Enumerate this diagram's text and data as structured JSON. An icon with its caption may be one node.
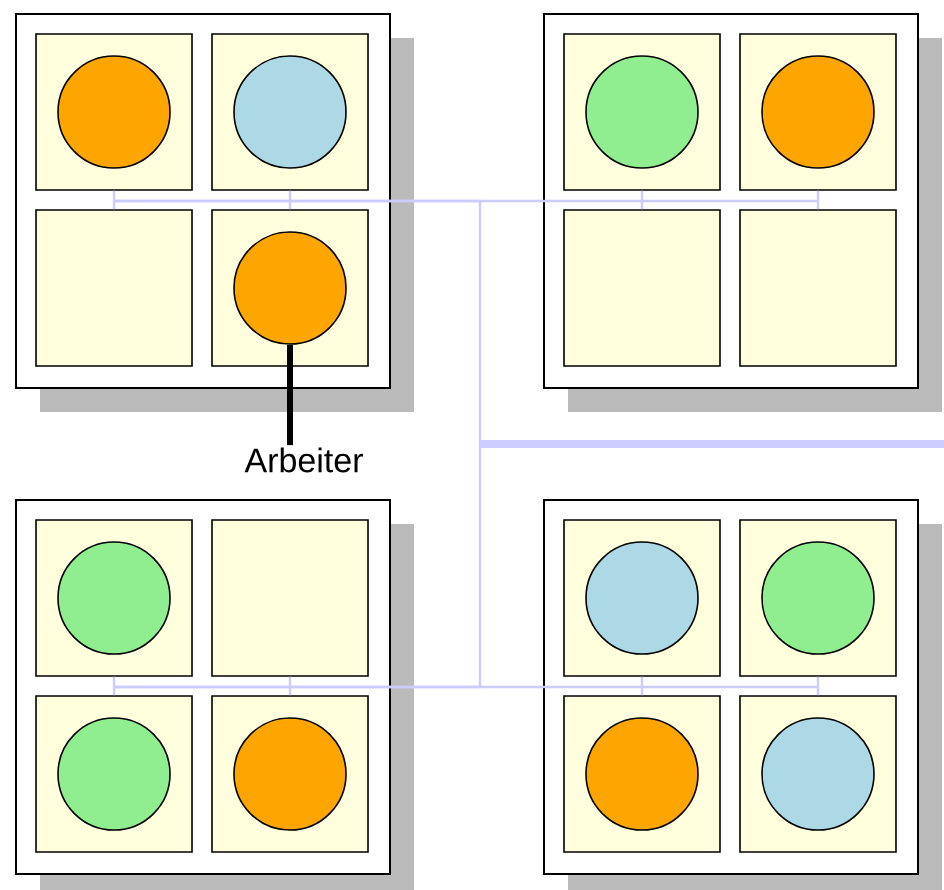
{
  "diagram": {
    "nodes": [
      {
        "text": [],
        "shape": "box"
      },
      {
        "text": [],
        "shape": "box",
        "in": 0
      },
      {
        "text": [],
        "shape": "circle",
        "in": 1
      },
      {
        "text": [],
        "shape": "box",
        "in": 0
      },
      {
        "text": [],
        "shape": "circle",
        "in": 3
      },
      {
        "text": [],
        "shape": "box",
        "in": 0
      },
      {
        "text": [],
        "shape": "box",
        "in": 0
      },
      {
        "text": [],
        "shape": "circle",
        "in": 6
      },
      {
        "text": [],
        "shape": "box"
      },
      {
        "text": [],
        "shape": "box",
        "in": 8
      },
      {
        "text": [],
        "shape": "circle",
        "in": 9
      },
      {
        "text": [],
        "shape": "box",
        "in": 8
      },
      {
        "text": [],
        "shape": "circle",
        "in": 11
      },
      {
        "text": [],
        "shape": "box",
        "in": 8
      },
      {
        "text": [],
        "shape": "box",
        "in": 8
      },
      {
        "text": [
          "Arbeiter"
        ]
      },
      {
        "text": [],
        "shape": "box"
      },
      {
        "text": [],
        "shape": "box",
        "in": 16
      },
      {
        "text": [],
        "shape": "circle",
        "in": 17
      },
      {
        "text": [],
        "shape": "box",
        "in": 16
      },
      {
        "text": [],
        "shape": "box",
        "in": 16
      },
      {
        "text": [],
        "shape": "circle",
        "in": 20
      },
      {
        "text": [],
        "shape": "box",
        "in": 16
      },
      {
        "text": [],
        "shape": "circle",
        "in": 22
      },
      {
        "text": [],
        "shape": "box"
      },
      {
        "text": [],
        "shape": "box",
        "in": 24
      },
      {
        "text": [],
        "shape": "circle",
        "in": 25
      },
      {
        "text": [],
        "shape": "box",
        "in": 24
      },
      {
        "text": [],
        "shape": "circle",
        "in": 27
      },
      {
        "text": [],
        "shape": "box",
        "in": 24
      },
      {
        "text": [],
        "shape": "circle",
        "in": 29
      },
      {
        "text": [],
        "shape": "box",
        "in": 24
      },
      {
        "text": [],
        "shape": "circle",
        "in": 31
      }
    ],
    "edges": [
      {
        "from": 15,
        "to": 7,
        "arrow": "none",
        "style": "thick",
        "color": "#000000"
      },
      {
        "from": 0,
        "to": 8,
        "arrow": "none"
      },
      {
        "from": 0,
        "to": 16,
        "arrow": "none"
      },
      {
        "from": 16,
        "to": 24,
        "arrow": "none"
      },
      {
        "from": 1,
        "to": 5,
        "arrow": "none"
      },
      {
        "from": 3,
        "to": 6,
        "arrow": "none"
      },
      {
        "from": 9,
        "to": 13,
        "arrow": "none"
      },
      {
        "from": 11,
        "to": 14,
        "arrow": "none"
      },
      {
        "from": 17,
        "to": 20,
        "arrow": "none"
      },
      {
        "from": 19,
        "to": 22,
        "arrow": "none"
      },
      {
        "from": 25,
        "to": 29,
        "arrow": "none"
      },
      {
        "from": 27,
        "to": 31,
        "arrow": "none"
      }
    ]
  }
}
